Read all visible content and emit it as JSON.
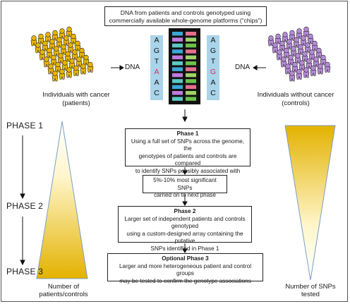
{
  "top_box": {
    "line1": "DNA from patients and controls genotyped using",
    "line2": "commercially available whole-genome platforms (“chips”)"
  },
  "left_group": {
    "dna_label": "DNA",
    "caption_line1": "Individuals with cancer",
    "caption_line2": "(patients)",
    "figure_color": "#e8b400"
  },
  "right_group": {
    "dna_label": "DNA",
    "caption_line1": "Individuals without cancer",
    "caption_line2": "(controls)",
    "figure_color": "#b58ad6"
  },
  "sequence_left": [
    "A",
    "G",
    "T",
    "A",
    "A",
    "C"
  ],
  "sequence_right": [
    "A",
    "G",
    "T",
    "G",
    "A",
    "C"
  ],
  "highlight_color": "#d0345a",
  "phases": [
    "PHASE 1",
    "PHASE 2",
    "PHASE 3"
  ],
  "phase1_box": {
    "title": "Phase 1",
    "line1": "Using a full set of SNPs across the genome, the",
    "line2": "genotypes of patients and controls are compared",
    "line3": "to identify SNPs possibly associated with cancer risk"
  },
  "filter_box": {
    "line1": "5%-10% most significant SNPs",
    "line2": "carried on to next phase"
  },
  "phase2_box": {
    "title": "Phase 2",
    "line1": "Larger set of independent patients and controls genotyped",
    "line2": "using a custom-designed array containing the putative",
    "line3": "SNPs identified in Phase 1"
  },
  "phase3_box": {
    "title": "Optional Phase 3",
    "line1": "Larger and more heterogeneous patient and control groups",
    "line2": "may be tested to confirm the genotype associations"
  },
  "left_triangle_caption": {
    "line1": "Number of",
    "line2": "patients/controls"
  },
  "right_triangle_caption": {
    "line1": "Number of SNPs",
    "line2": "tested"
  },
  "gradient_colors": {
    "strong": "#e3b200",
    "light": "#fff8d8"
  }
}
